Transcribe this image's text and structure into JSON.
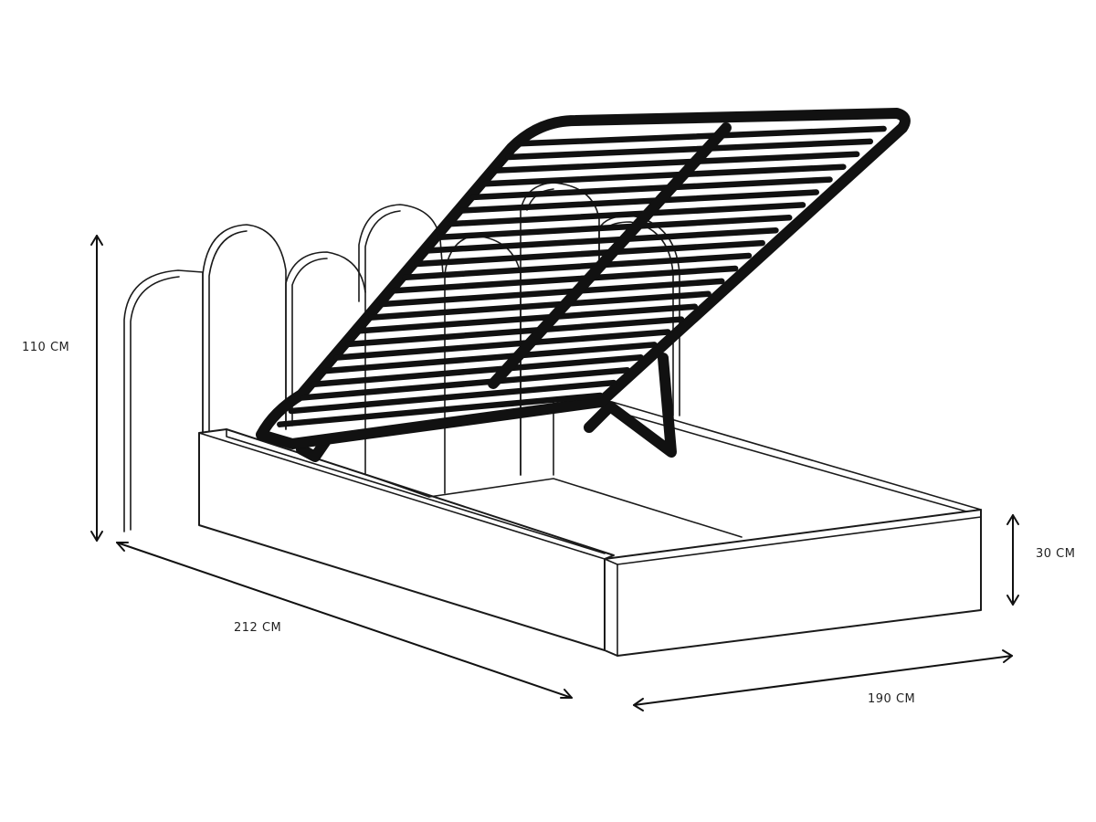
{
  "dimensions": {
    "height": "110 CM",
    "length": "212 CM",
    "width": "190 CM",
    "frame_height": "30 CM"
  },
  "colors": {
    "line": "#111111",
    "background": "#ffffff"
  }
}
